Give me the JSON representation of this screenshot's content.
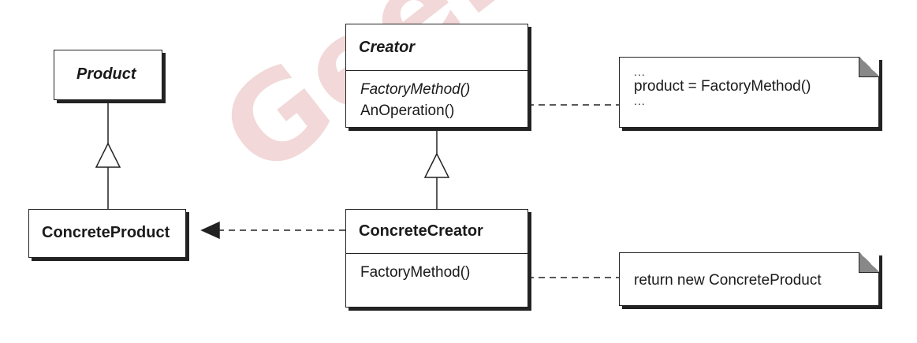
{
  "watermark": {
    "text": "GeekBand"
  },
  "classes": {
    "product": {
      "name": "Product"
    },
    "concrete_product": {
      "name": "ConcreteProduct"
    },
    "creator": {
      "name": "Creator",
      "operations": [
        "FactoryMethod()",
        "AnOperation()"
      ]
    },
    "concrete_creator": {
      "name": "ConcreteCreator",
      "operations": [
        "FactoryMethod()"
      ]
    }
  },
  "notes": {
    "creator_note": {
      "lines": [
        "...",
        "product = FactoryMethod()",
        "..."
      ]
    },
    "concrete_creator_note": {
      "lines": [
        "return new ConcreteProduct"
      ]
    }
  },
  "colors": {
    "line": "#222222",
    "watermark": "#e8b9b9",
    "note_corner": "#888888"
  }
}
